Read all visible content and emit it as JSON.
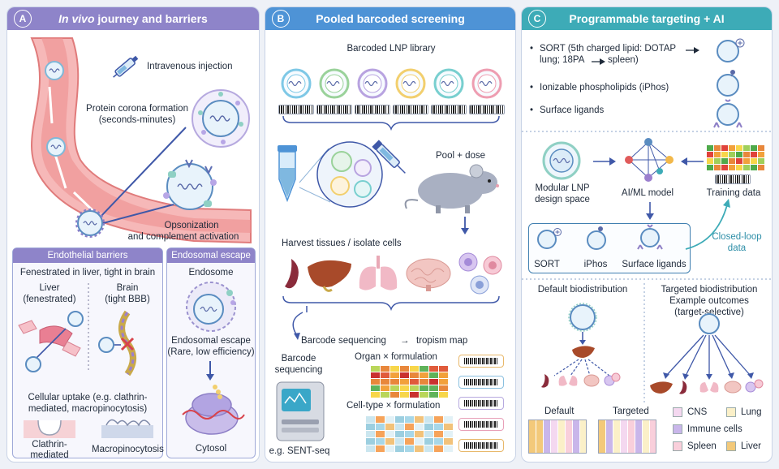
{
  "panelA": {
    "badge": "A",
    "title_italic": "In vivo",
    "title_rest": " journey and barriers",
    "iv": "Intravenous injection",
    "corona_1": "Protein corona formation",
    "corona_2": "(seconds-minutes)",
    "opson_1": "Opsonization",
    "opson_2": "and complement activation",
    "endo_barriers": "Endothelial barriers",
    "fenestrated": "Fenestrated in liver, tight in brain",
    "liver_1": "Liver",
    "liver_2": "(fenestrated)",
    "brain_1": "Brain",
    "brain_2": "(tight BBB)",
    "uptake_1": "Cellular uptake (e.g. clathrin-",
    "uptake_2": "mediated, macropinocytosis)",
    "clathrin_1": "Clathrin-",
    "clathrin_2": "mediated",
    "macro": "Macropinocytosis",
    "escape_head": "Endosomal escape",
    "endosome": "Endosome",
    "escape_1": "Endosomal escape",
    "escape_2": "(Rare, low efficiency)",
    "cytosol": "Cytosol"
  },
  "panelB": {
    "badge": "B",
    "title": "Pooled barcoded screening",
    "library": "Barcoded LNP library",
    "pool": "Pool + dose",
    "harvest": "Harvest tissues / isolate cells",
    "seq_arrow": "Barcode sequencing",
    "arrow_glyph": "→",
    "tropism": "tropism map",
    "seq_1": "Barcode",
    "seq_2": "sequencing",
    "eg": "e.g. SENT-seq",
    "organ_x": "Organ × formulation",
    "cell_x": "Cell-type × formulation",
    "lnp_colors": [
      "#7ec8e6",
      "#9ad29a",
      "#b8a3e0",
      "#f2cf6e",
      "#78cfcf",
      "#ee9db1"
    ]
  },
  "panelC": {
    "badge": "C",
    "title": "Programmable targeting + AI",
    "bullet": "•",
    "sort_1": "SORT (5th charged lipid: DOTAP",
    "sort_2": "lung; 18PA",
    "sort_3": "spleen)",
    "iphos": "Ionizable phospholipids (iPhos)",
    "ligands": "Surface ligands",
    "modular_1": "Modular LNP",
    "modular_2": "design space",
    "aiml": "AI/ML model",
    "training": "Training data",
    "closed_1": "Closed-loop",
    "closed_2": "data",
    "sort_lbl": "SORT",
    "iphos_lbl": "iPhos",
    "lig_lbl": "Surface ligands",
    "default_bio": "Default biodistribution",
    "targeted_1": "Targeted biodistribution",
    "targeted_2": "Example outcomes",
    "targeted_3": "(target-selective)",
    "default_lbl": "Default",
    "targeted_lbl": "Targeted",
    "legend": [
      {
        "label": "CNS",
        "color": "#f4d8f0"
      },
      {
        "label": "Lung",
        "color": "#fbf0c8"
      },
      {
        "label": "Immune cells",
        "color": "#c9b6ea"
      },
      {
        "label": "Spleen",
        "color": "#f9cfdb"
      },
      {
        "label": "Liver",
        "color": "#f3c97a"
      }
    ]
  }
}
